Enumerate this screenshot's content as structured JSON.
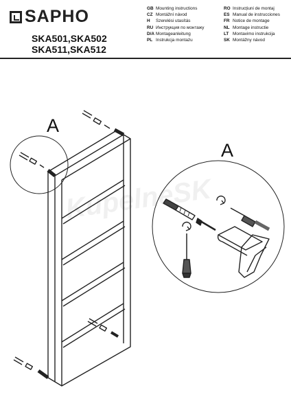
{
  "brand": {
    "name": "SAPHO"
  },
  "models": [
    "SKA501,SKA502",
    "SKA511,SKA512"
  ],
  "languages_left": [
    {
      "code": "GB",
      "text": "Mounting instructions"
    },
    {
      "code": "CZ",
      "text": "Montážní návod"
    },
    {
      "code": "H",
      "text": "Szerelési utasítás"
    },
    {
      "code": "RU",
      "text": "Инструкция по монтажу"
    },
    {
      "code": "D/A",
      "text": "Montageanleitung"
    },
    {
      "code": "PL",
      "text": "Instrukcja montażu"
    }
  ],
  "languages_right": [
    {
      "code": "RO",
      "text": "Instrucțiuni de montaj"
    },
    {
      "code": "ES",
      "text": "Manual de instrucciones"
    },
    {
      "code": "FR",
      "text": "Notice de montage"
    },
    {
      "code": "NL",
      "text": "Montage instructie"
    },
    {
      "code": "LT",
      "text": "Montavimo instrukcija"
    },
    {
      "code": "SK",
      "text": "Montážny návod"
    }
  ],
  "detail_labels": {
    "main": "A",
    "callout": "A"
  },
  "watermark": "KupelneSK"
}
